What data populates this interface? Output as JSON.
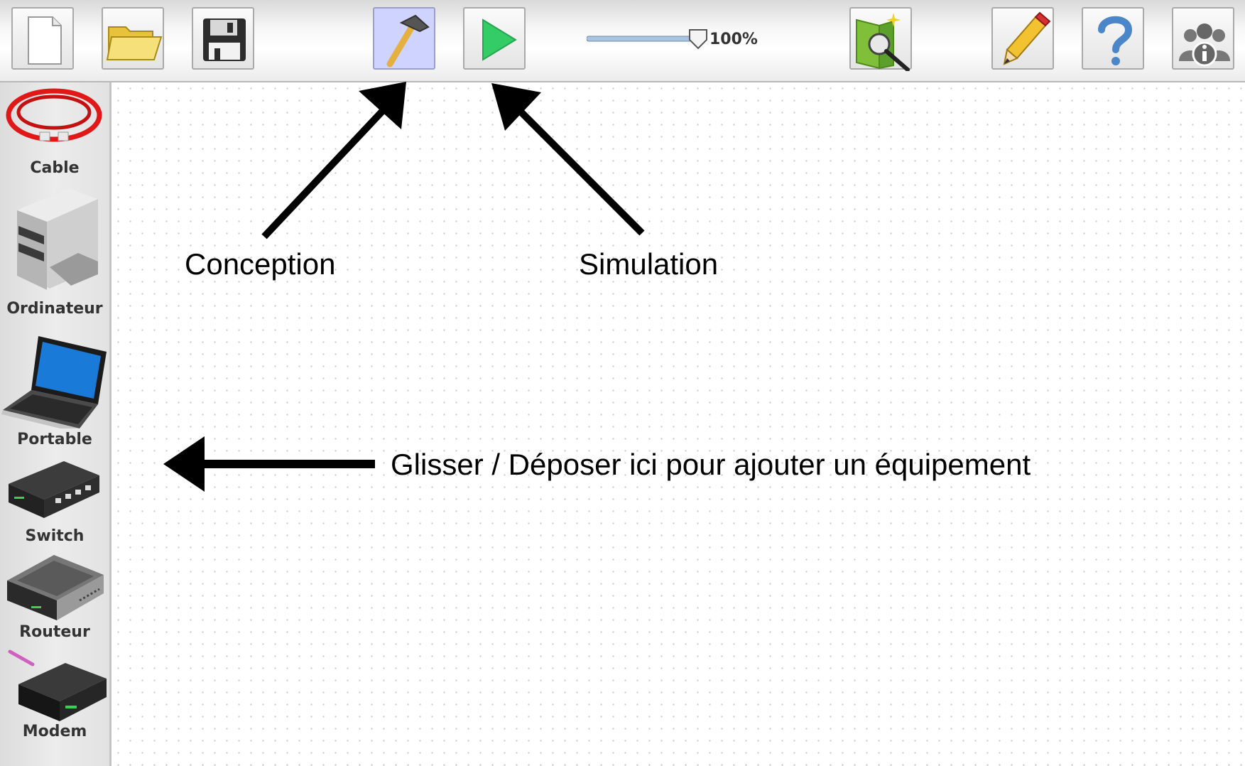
{
  "toolbar": {
    "buttons": [
      {
        "id": "new",
        "icon": "new-document-icon"
      },
      {
        "id": "open",
        "icon": "folder-icon"
      },
      {
        "id": "save",
        "icon": "floppy-disk-icon"
      },
      {
        "id": "design-mode",
        "icon": "hammer-icon",
        "active": true
      },
      {
        "id": "simulation-mode",
        "icon": "play-icon"
      },
      {
        "id": "wizard",
        "icon": "magic-wand-icon"
      },
      {
        "id": "edit",
        "icon": "pencil-icon"
      },
      {
        "id": "help",
        "icon": "question-mark-icon"
      },
      {
        "id": "about",
        "icon": "info-people-icon"
      }
    ],
    "zoom": {
      "value": 100,
      "label": "100%"
    }
  },
  "sidebar": {
    "items": [
      {
        "label": "Cable",
        "icon": "cable-icon"
      },
      {
        "label": "Ordinateur",
        "icon": "computer-icon"
      },
      {
        "label": "Portable",
        "icon": "laptop-icon"
      },
      {
        "label": "Switch",
        "icon": "switch-icon"
      },
      {
        "label": "Routeur",
        "icon": "router-icon"
      },
      {
        "label": "Modem",
        "icon": "modem-icon"
      }
    ]
  },
  "annotations": {
    "conception": "Conception",
    "simulation": "Simulation",
    "drag_drop": "Glisser / Déposer ici pour ajouter un équipement"
  },
  "colors": {
    "active_button": "#cfd3ff",
    "cable": "#e01818",
    "play": "#33cc66",
    "slider": "#a8c4e0"
  }
}
